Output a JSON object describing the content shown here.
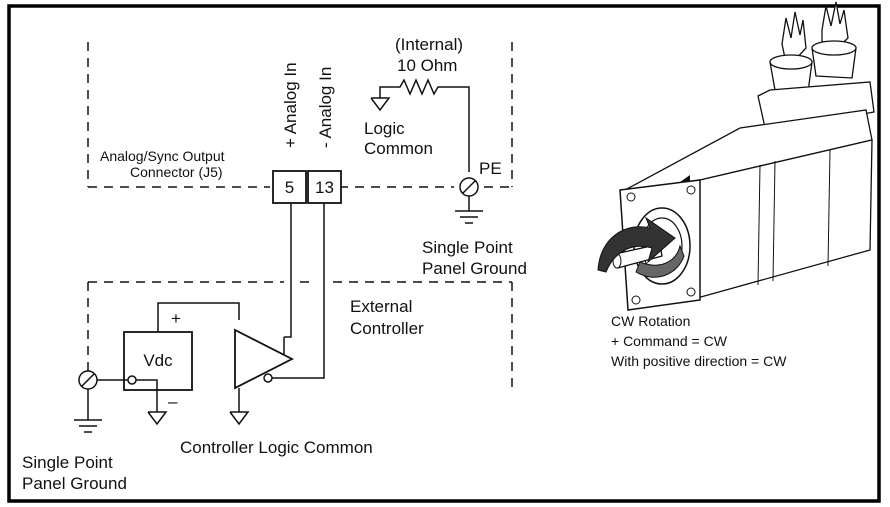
{
  "internal_resistor": {
    "line1": "(Internal)",
    "line2": "10 Ohm"
  },
  "logic_common": {
    "line1": "Logic",
    "line2": "Common"
  },
  "pe_label": "PE",
  "connector": {
    "line1": "Analog/Sync Output",
    "line2": "Connector (J5)"
  },
  "analog_pos_label": "+  Analog In",
  "analog_neg_label": "-  Analog In",
  "pin_pos": "5",
  "pin_neg": "13",
  "spg_right": {
    "line1": "Single Point",
    "line2": "Panel Ground"
  },
  "spg_left": {
    "line1": "Single Point",
    "line2": "Panel Ground"
  },
  "external_controller": {
    "line1": "External",
    "line2": "Controller"
  },
  "vdc_label": "Vdc",
  "vdc_plus": "+",
  "vdc_minus": "–",
  "controller_logic_common": "Controller Logic Common",
  "motor_caption": {
    "line1": "CW Rotation",
    "line2": "+  Command = CW",
    "line3": "With positive direction = CW"
  }
}
